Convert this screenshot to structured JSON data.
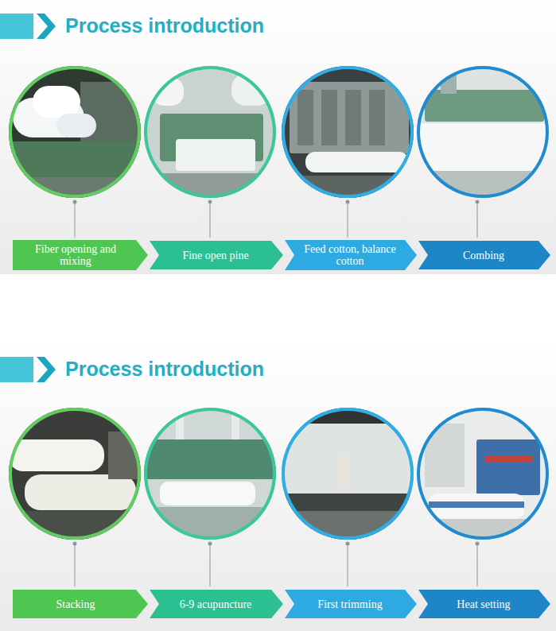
{
  "diagram": {
    "title": "Process introduction",
    "nodes": [
      {
        "text": [
          "Fiber opening and mixing"
        ]
      },
      {
        "text": [
          "Fine open pine"
        ]
      },
      {
        "text": [
          "Feed cotton, balance cotton"
        ]
      },
      {
        "text": [
          "Combing"
        ]
      },
      {
        "text": [
          "Stacking"
        ]
      },
      {
        "text": [
          "6-9 acupuncture"
        ]
      },
      {
        "text": [
          "First trimming"
        ]
      },
      {
        "text": [
          "Heat setting"
        ]
      }
    ],
    "labels": [
      "Process introduction"
    ]
  }
}
